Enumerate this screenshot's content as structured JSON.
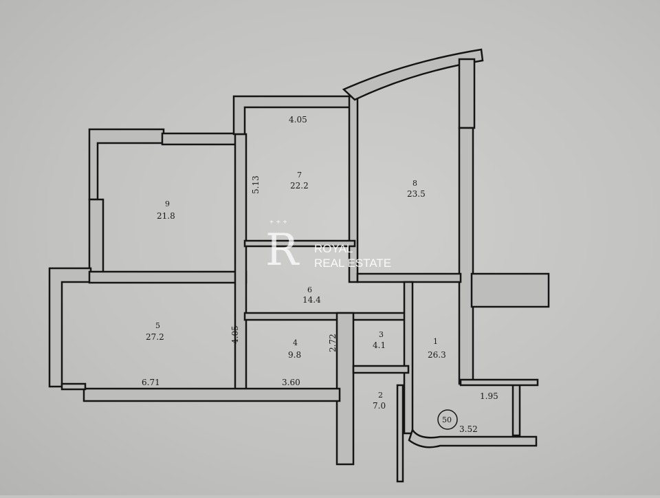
{
  "rooms": [
    {
      "number": "1",
      "area": "26.3"
    },
    {
      "number": "2",
      "area": "7.0"
    },
    {
      "number": "3",
      "area": "4.1"
    },
    {
      "number": "4",
      "area": "9.8"
    },
    {
      "number": "5",
      "area": "27.2"
    },
    {
      "number": "6",
      "area": "14.4"
    },
    {
      "number": "7",
      "area": "22.2"
    },
    {
      "number": "8",
      "area": "23.5"
    },
    {
      "number": "9",
      "area": "21.8"
    }
  ],
  "dimensions": {
    "room7_width": "4.05",
    "room7_height": "5.13",
    "room5_height": "4.05",
    "room5_width": "6.71",
    "room4_width": "3.60",
    "room4_height": "2.72",
    "hall_width": "1.95",
    "balcony_width": "3.52"
  },
  "marker": "50",
  "watermark": {
    "stars": "+++",
    "letter": "R",
    "line1": "ROYAL",
    "line2": "REAL ESTATE"
  }
}
